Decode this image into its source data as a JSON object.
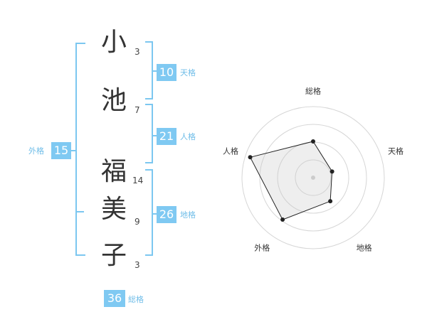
{
  "name": {
    "chars": [
      "小",
      "池",
      "福",
      "美",
      "子"
    ],
    "strokes": [
      "3",
      "7",
      "14",
      "9",
      "3"
    ]
  },
  "badges": {
    "tenkaku": {
      "value": "10",
      "label": "天格"
    },
    "jinkaku": {
      "value": "21",
      "label": "人格"
    },
    "chikaku": {
      "value": "26",
      "label": "地格"
    },
    "gaikaku": {
      "value": "15",
      "label": "外格"
    },
    "soukaku": {
      "value": "36",
      "label": "総格"
    }
  },
  "colors": {
    "accent": "#7fc9f2",
    "bracket": "#7cc7f0",
    "label": "#6fbde8"
  },
  "chart_data": {
    "type": "radar",
    "axes": [
      "総格",
      "天格",
      "地格",
      "外格",
      "人格"
    ],
    "values": [
      0.51,
      0.28,
      0.41,
      0.73,
      0.93
    ],
    "rlim": [
      0,
      1
    ],
    "rings": 4,
    "grid": true
  }
}
